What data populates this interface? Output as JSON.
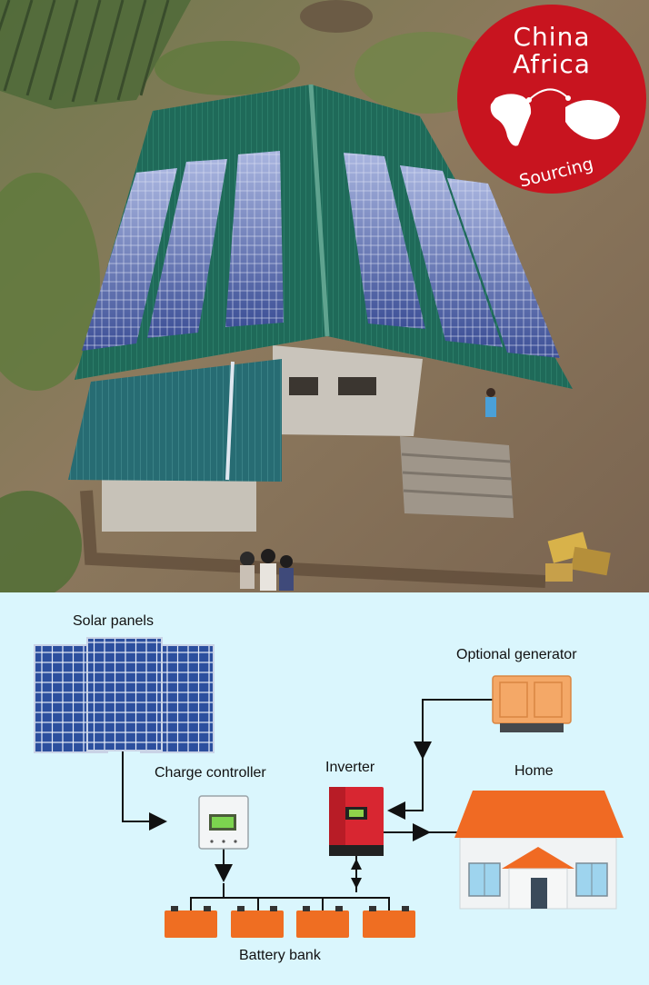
{
  "photo": {
    "logo": {
      "line1": "China",
      "line2": "Africa",
      "tagline": "Sourcing",
      "colors": {
        "badge": "#c8141f",
        "text": "#ffffff"
      }
    },
    "colors": {
      "roof": "#1f6a59",
      "panel": "#4a5fa6",
      "ground": "#8a7258"
    }
  },
  "diagram": {
    "background": "#daf6fd",
    "labels": {
      "solar_panels": "Solar panels",
      "charge_controller": "Charge controller",
      "inverter": "Inverter",
      "optional_generator": "Optional generator",
      "home": "Home",
      "battery_bank": "Battery bank"
    },
    "colors": {
      "panel": "#2c4f9e",
      "inverter": "#d82631",
      "generator": "#f4a867",
      "battery": "#ef6e22",
      "roof": "#f06a23",
      "line": "#111111"
    }
  }
}
